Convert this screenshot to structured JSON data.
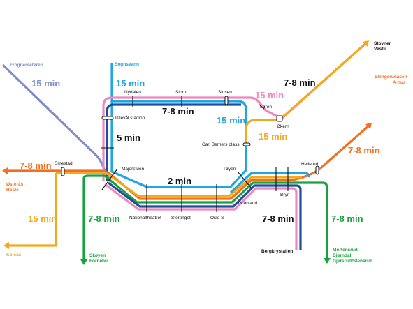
{
  "colors": {
    "line1_purple": "#7f8ec4",
    "line2_orange": "#f07020",
    "line3_pink": "#ef86be",
    "line4_navy": "#1c4e9d",
    "line5_cyan": "#1ea7e1",
    "line_yellow": "#f5a81c",
    "line_green": "#16a33c",
    "text_dark": "#111111"
  },
  "terminals": {
    "frognerseteren": "Frognerseteren",
    "sognsvann": "Sognsvann",
    "stovner": "Stovner",
    "vestli": "Vestli",
    "ellingsrudasen": "Ellingsrudåsen",
    "a_hus": "A-hus",
    "osteras": "Østerås",
    "hosle": "Hosle",
    "kolsas": "Kolsås",
    "skoyen": "Skøyen",
    "fornebu": "Fornebu",
    "bergkrystallen": "Bergkrystallen",
    "mortensrud": "Mortensrud",
    "bjorndal": "Bjørndal",
    "gjersrud": "Gjersrud/Stensrud"
  },
  "stations": {
    "nydalen": "Nydalen",
    "storo": "Storo",
    "sinsen": "Sinsen",
    "loren": "Løren",
    "okern": "Økern",
    "ulleval": "Ullevål stadion",
    "carl_berners": "Carl Berners plass",
    "smestad": "Smestad",
    "majorstuen": "Majorstuen",
    "toyen": "Tøyen",
    "hellerud": "Hellerud",
    "bryn": "Bryn",
    "gronland": "Grønland",
    "nationaltheatret": "Nationaltheatret",
    "stortinget": "Stortinget",
    "oslo_s": "Oslo S"
  },
  "frequencies": {
    "frognerseteren": "15 min",
    "sognsvann": "15 min",
    "ring_top_pink": "15 min",
    "vestli": "7-8 min",
    "ring_top": "7-8 min",
    "ring_right": "15 min",
    "okern_yellow": "15 min",
    "ring_left": "5 min",
    "center": "2 min",
    "osteras": "7-8 min",
    "ellingsrud": "7-8 min",
    "kolsas": "15 min",
    "fornebu": "7-8 min",
    "bergkrystallen": "7-8 min",
    "mortensrud": "7-8 min"
  }
}
